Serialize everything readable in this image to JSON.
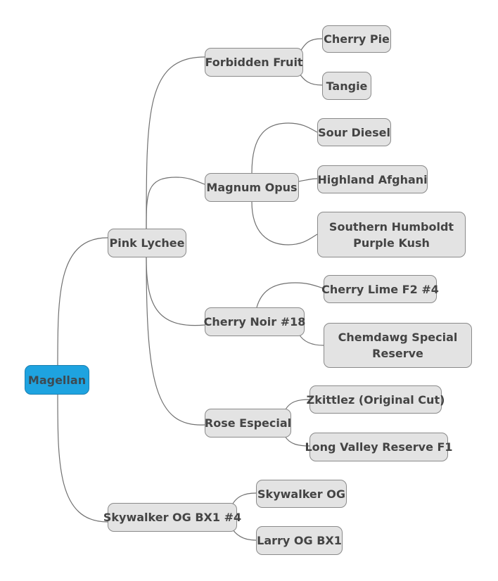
{
  "map": {
    "root": "Magellan",
    "branches": [
      {
        "label": "Pink Lychee",
        "children": [
          {
            "label": "Forbidden Fruit",
            "children": [
              "Cherry Pie",
              "Tangie"
            ]
          },
          {
            "label": "Magnum Opus",
            "children": [
              "Sour Diesel",
              "Highland Afghani",
              "Southern Humboldt Purple Kush"
            ]
          },
          {
            "label": "Cherry Noir #18",
            "children": [
              "Cherry Lime F2 #4",
              "Chemdawg Special Reserve"
            ]
          },
          {
            "label": "Rose Especial",
            "children": [
              "Zkittlez (Original Cut)",
              "Long Valley Reserve F1"
            ]
          }
        ]
      },
      {
        "label": "Skywalker OG BX1 #4",
        "children": [
          "Skywalker OG",
          "Larry OG BX1"
        ]
      }
    ]
  },
  "colors": {
    "root_fill": "#1ea3e0",
    "node_fill": "#e3e3e3",
    "node_border": "#8a8a8a",
    "connector": "#707070",
    "text": "#444444"
  }
}
